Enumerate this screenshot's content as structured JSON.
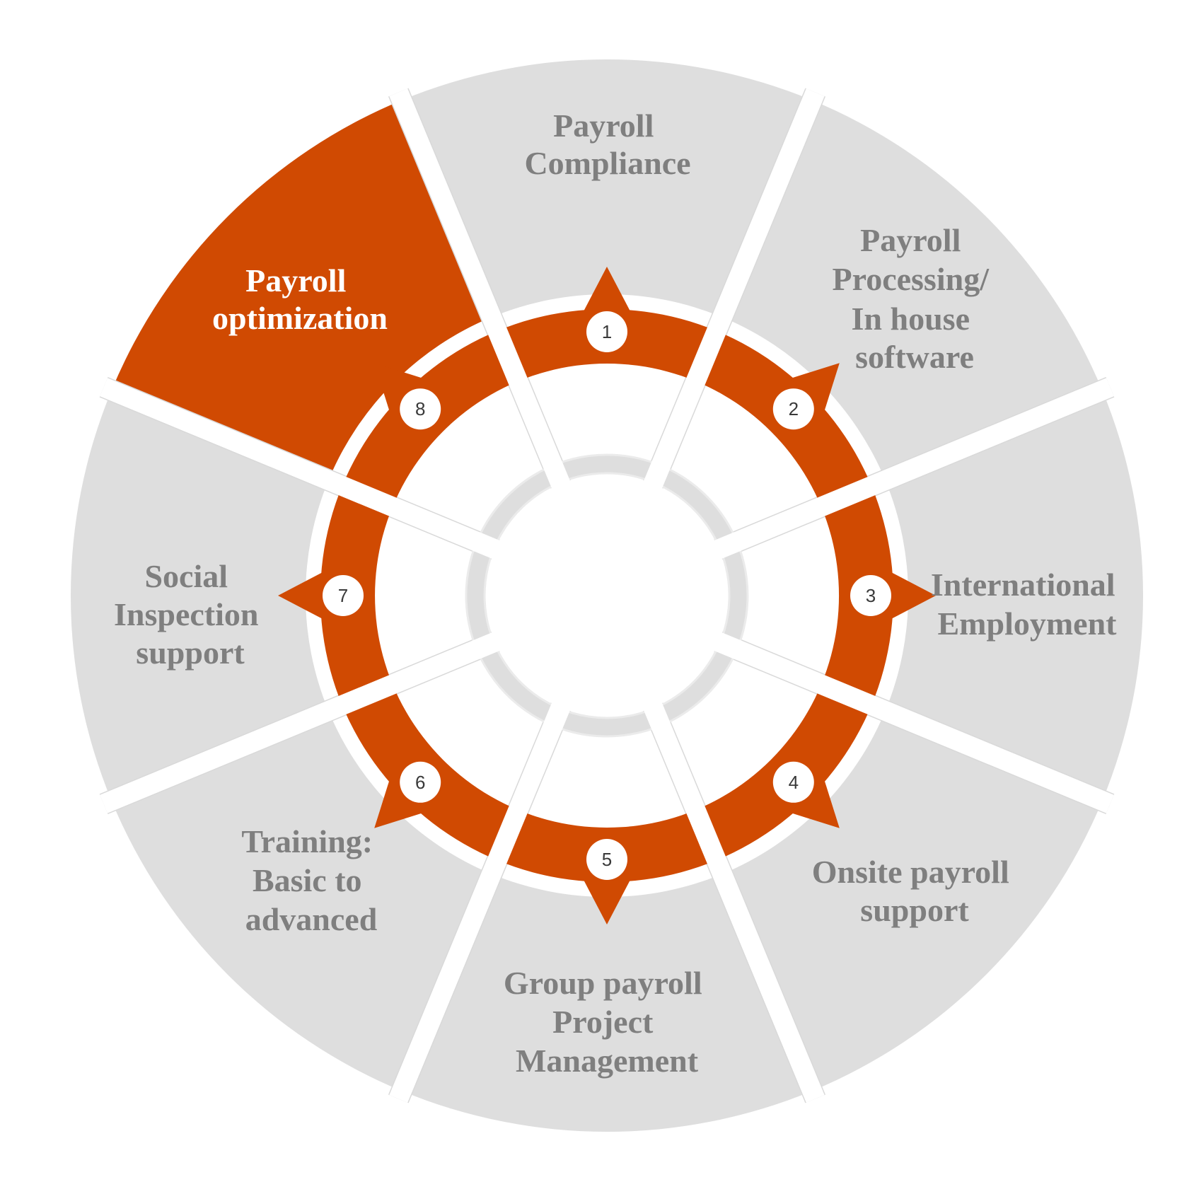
{
  "diagram": {
    "type": "circular service wheel",
    "colors": {
      "accent": "#D04A02",
      "segment_gray": "#DEDEDE",
      "label_gray": "#7F7F7F",
      "label_active": "#FFFFFF",
      "badge_fill": "#FFFFFF",
      "badge_text": "#3A3A3A"
    },
    "active_segment": 8,
    "segments": [
      {
        "number": "1",
        "lines": [
          "Payroll",
          "Compliance"
        ]
      },
      {
        "number": "2",
        "lines": [
          "Payroll",
          "Processing/",
          "In house",
          "software"
        ]
      },
      {
        "number": "3",
        "lines": [
          "International",
          "Employment"
        ]
      },
      {
        "number": "4",
        "lines": [
          "Onsite payroll",
          "support"
        ]
      },
      {
        "number": "5",
        "lines": [
          "Group payroll",
          "Project",
          "Management"
        ]
      },
      {
        "number": "6",
        "lines": [
          "Training:",
          "Basic to",
          "advanced"
        ]
      },
      {
        "number": "7",
        "lines": [
          "Social",
          "Inspection",
          "support"
        ]
      },
      {
        "number": "8",
        "lines": [
          "Payroll",
          "optimization"
        ]
      }
    ]
  }
}
